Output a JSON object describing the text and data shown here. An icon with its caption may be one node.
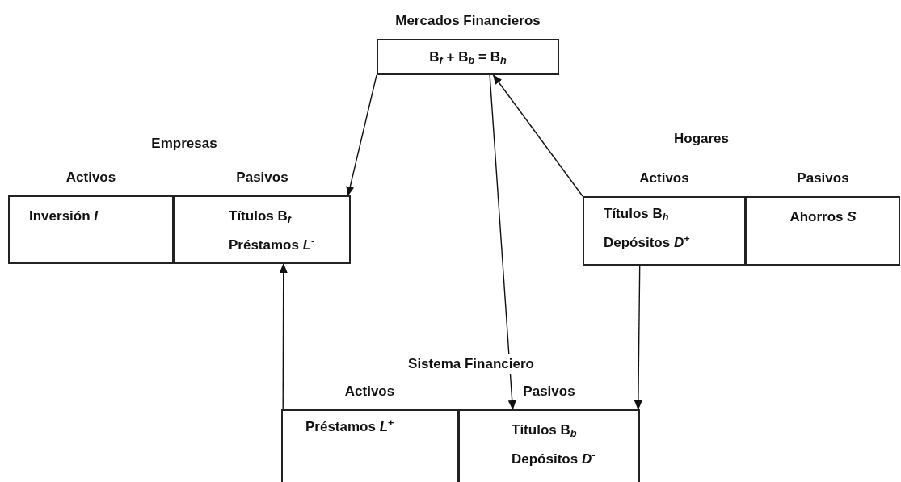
{
  "diagram": {
    "nodes": [
      {
        "text": [
          "Mercados Financieros",
          "B$_{f}$ + B$_{b}$ = B$_{h}$"
        ]
      },
      {
        "text": [
          "Activos",
          "Inversión *I*"
        ]
      },
      {
        "text": [
          "Pasivos",
          "Títulos B$_{f}$",
          "Préstamos *L*$^{-}$"
        ]
      },
      {
        "text": [
          "Activos",
          "Títulos B$_{h}$",
          "Depósitos *D*$^{+}$"
        ]
      },
      {
        "text": [
          "Pasivos",
          "Ahorros *S*"
        ]
      },
      {
        "text": [
          "Activos",
          "Préstamos *L*$^{+}$"
        ]
      },
      {
        "text": [
          "Pasivos",
          "Títulos B$_{b}$",
          "Depósitos *D*$^{-}$"
        ]
      }
    ],
    "edges": [
      {
        "from": 0,
        "to": 2,
        "arrow": "to"
      },
      {
        "from": 0,
        "to": 6,
        "arrow": "to"
      },
      {
        "from": 3,
        "to": 0,
        "arrow": "to"
      },
      {
        "from": 5,
        "to": 2,
        "arrow": "to"
      },
      {
        "from": 3,
        "to": 6,
        "arrow": "to"
      }
    ],
    "labels": [
      "Empresas",
      "Hogares",
      "Sistema Financiero"
    ]
  }
}
